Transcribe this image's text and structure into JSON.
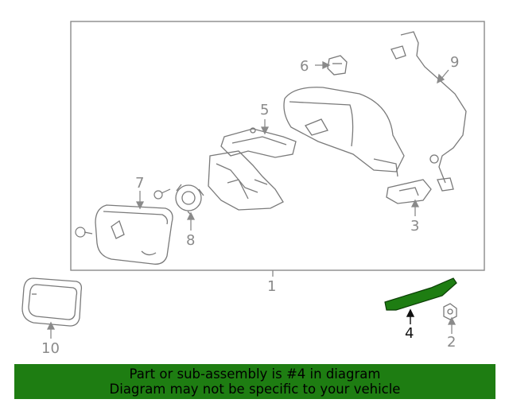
{
  "callouts": {
    "c1": "1",
    "c2": "2",
    "c3": "3",
    "c4": "4",
    "c5": "5",
    "c6": "6",
    "c7": "7",
    "c8": "8",
    "c9": "9",
    "c10": "10"
  },
  "highlighted_part": "4",
  "colors": {
    "highlight": "#1e7d12",
    "line_art": "#8a8a8a",
    "banner_bg": "#1e7d12"
  },
  "banner": {
    "line1": "Part or sub-assembly is #4 in diagram",
    "line2": "Diagram may not be specific to your vehicle"
  }
}
